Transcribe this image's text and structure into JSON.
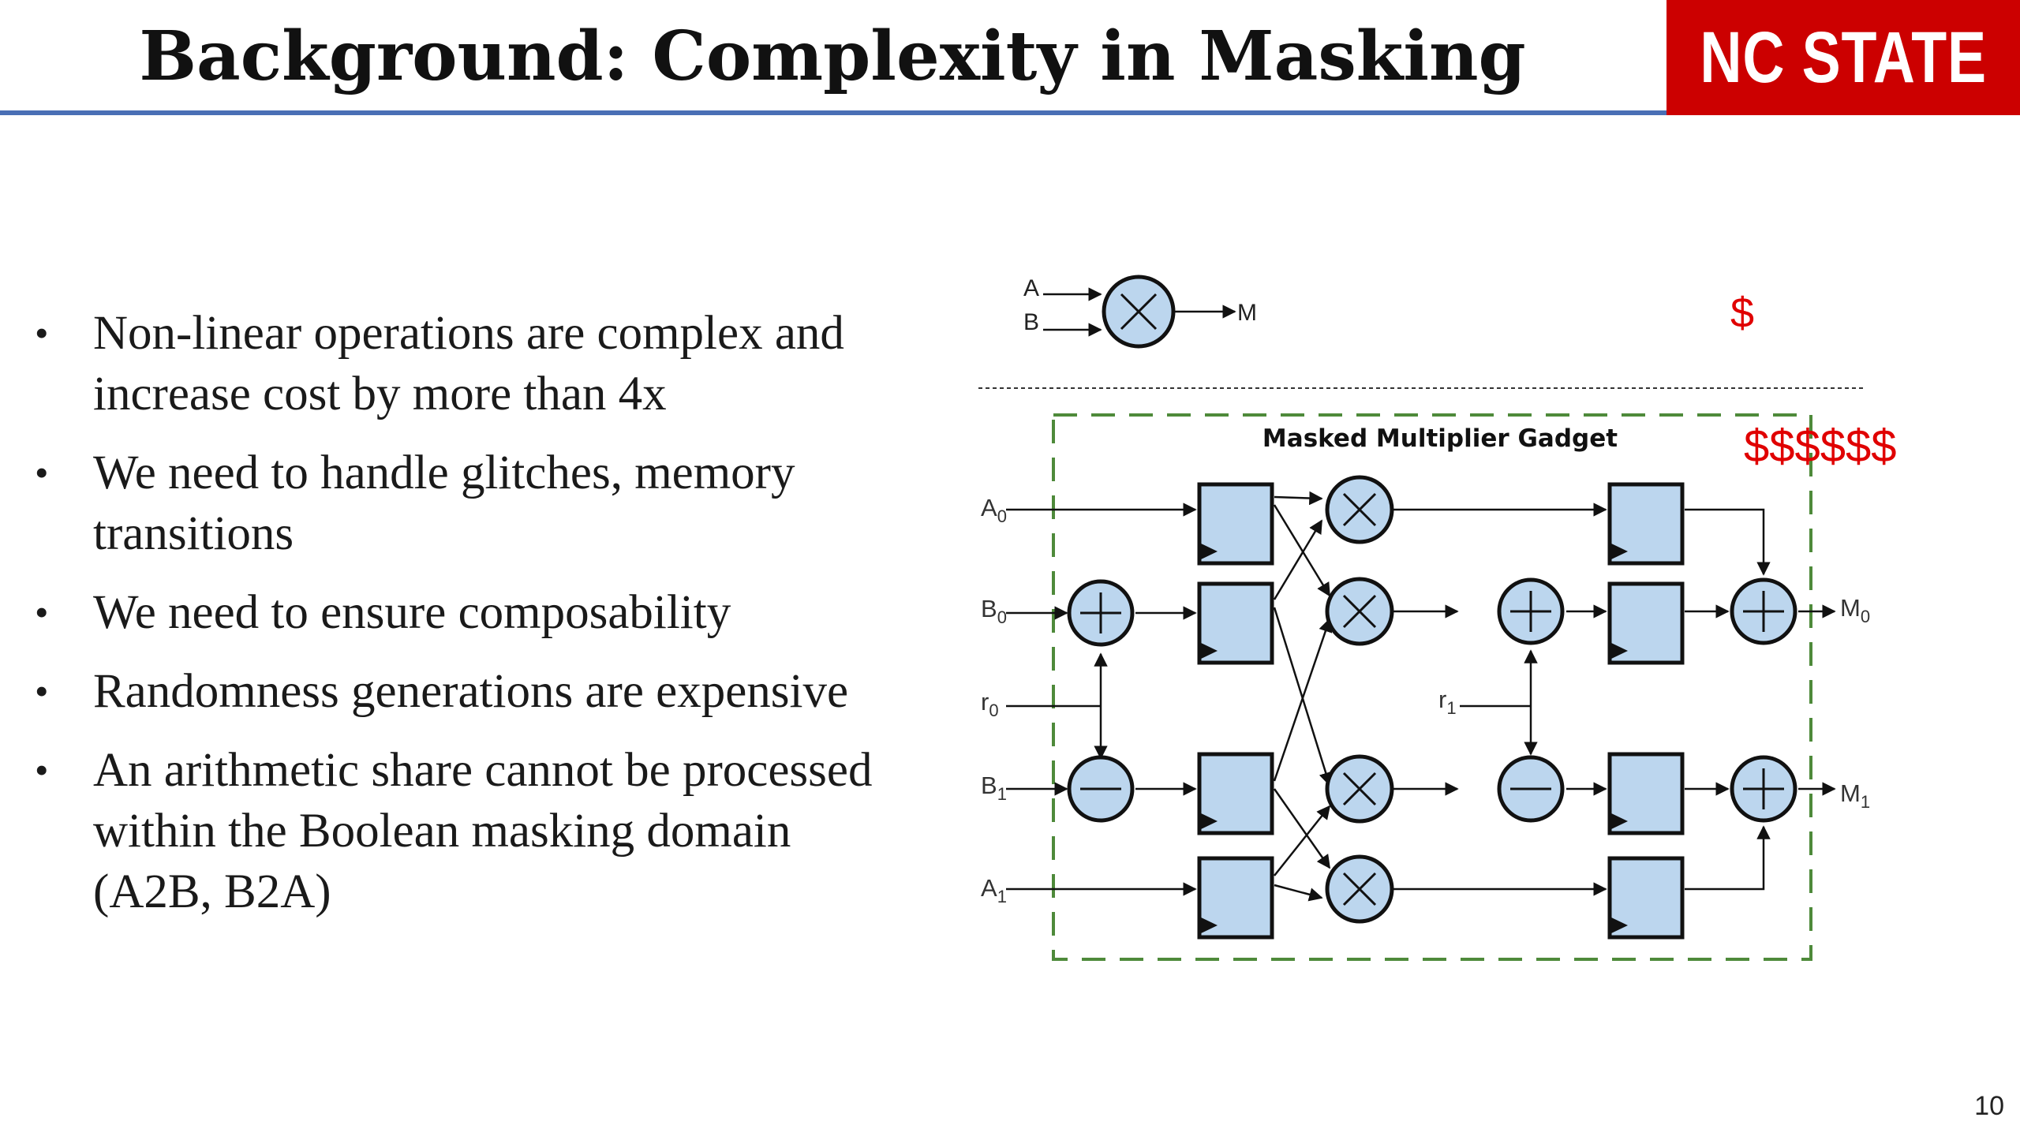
{
  "slide": {
    "title": "Background: Complexity in Masking",
    "logo_text": "NC STATE",
    "page_number": "10"
  },
  "bullets": [
    "Non-linear operations are complex and increase cost by more than 4x",
    "We need to handle glitches, memory transitions",
    "We need to ensure composability",
    "Randomness generations are expensive",
    "An arithmetic share cannot be processed within the Boolean masking domain (A2B, B2A)"
  ],
  "diagram": {
    "simple": {
      "in_a": "A",
      "in_b": "B",
      "out": "M",
      "cost": "$"
    },
    "gadget": {
      "label": "Masked Multiplier Gadget",
      "cost": "$$$$$$",
      "inputs": {
        "a0": "A",
        "b0": "B",
        "r0": "r",
        "b1": "B",
        "a1": "A",
        "r1": "r"
      },
      "subscripts": {
        "zero": "0",
        "one": "1"
      },
      "outputs": {
        "m0": "M",
        "m1": "M"
      }
    },
    "colors": {
      "component_fill": "#bcd6ee",
      "stroke": "#111111",
      "dash_border": "#4e8a3a",
      "cost_red": "#e00000"
    }
  }
}
